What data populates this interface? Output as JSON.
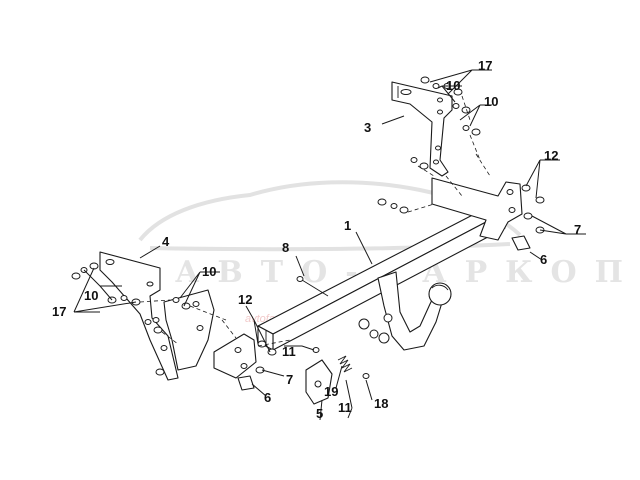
{
  "watermark": {
    "brand": "АВТО-ФАРКОП",
    "url": "avtofarkop-d.ru",
    "color": "#e4e4e4"
  },
  "colors": {
    "line": "#1a1a1a",
    "background": "#ffffff"
  },
  "callouts": {
    "c17_top": "17",
    "c10_top_a": "10",
    "c10_top_b": "10",
    "c3": "3",
    "c12_right": "12",
    "c7_right": "7",
    "c6_right": "6",
    "c1": "1",
    "c8": "8",
    "c4": "4",
    "c10_left_a": "10",
    "c10_left_b": "10",
    "c17_left": "17",
    "c12_mid": "12",
    "c11_mid": "11",
    "c7_mid": "7",
    "c6_mid": "6",
    "c5": "5",
    "c19": "19",
    "c11_bottom": "11",
    "c18": "18"
  }
}
